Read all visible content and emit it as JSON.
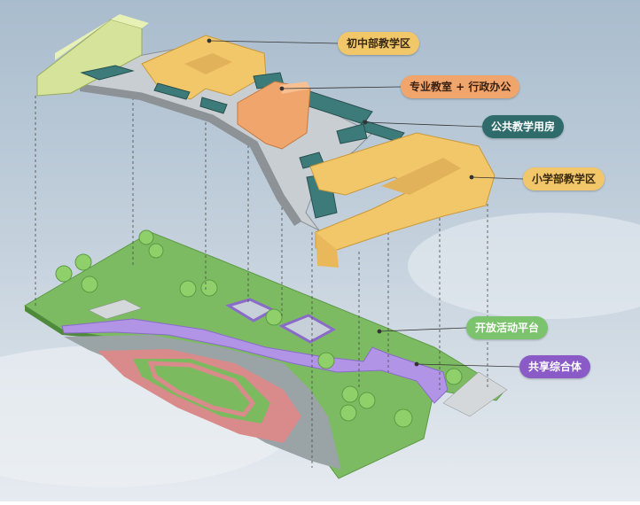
{
  "labels": {
    "junior_high": "初中部教学区",
    "special_admin": "专业教室 + 行政办公",
    "public_teaching": "公共教学用房",
    "primary": "小学部教学区",
    "open_platform": "开放活动平台",
    "shared_complex": "共享综合体"
  },
  "colors": {
    "sky_top": "#a9bccd",
    "sky_bottom": "#dfe6ed",
    "junior_label": "#f2c76a",
    "special_label": "#f0a56c",
    "public_label": "#2f6b6b",
    "primary_label": "#f2c76a",
    "platform_label": "#7cc36d",
    "shared_label": "#8a5bc7",
    "grass": "#78b55e",
    "track": "#d98b8b",
    "purple": "#a98ae0"
  }
}
